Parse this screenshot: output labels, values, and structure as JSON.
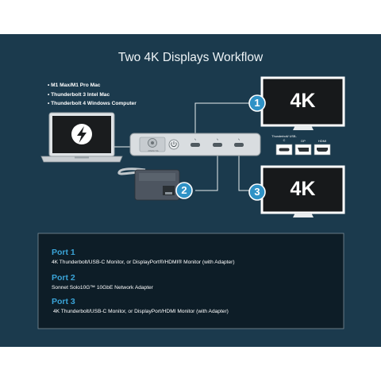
{
  "title": "Two 4K Displays Workflow",
  "features": [
    "M1 Max/M1 Pro Mac",
    "Thunderbolt 3 Intel Mac",
    "Thunderbolt 4 Windows Computer"
  ],
  "monitors": [
    {
      "label": "4K"
    },
    {
      "label": "4K"
    }
  ],
  "ports_small_labels": [
    "Thunderbolt/ USB-C",
    "DP",
    "HDMI"
  ],
  "dock_labels": {
    "power": "20VDC 5A"
  },
  "callouts": [
    "1",
    "2",
    "3"
  ],
  "ports": [
    {
      "title": "Port 1",
      "desc": "4K Thunderbolt/USB-C Monitor, or DisplayPort®/HDMI® Monitor (with Adapter)"
    },
    {
      "title": "Port 2",
      "desc": "Sonnet Solo10G™ 10GbE Network Adapter"
    },
    {
      "title": "Port 3",
      "desc": "4K Thunderbolt/USB-C Monitor, or DisplayPort/HDMI Monitor (with Adapter)"
    }
  ],
  "colors": {
    "background": "#1b3a4d",
    "accent": "#2f92c6",
    "panel": "#0d1d27"
  }
}
